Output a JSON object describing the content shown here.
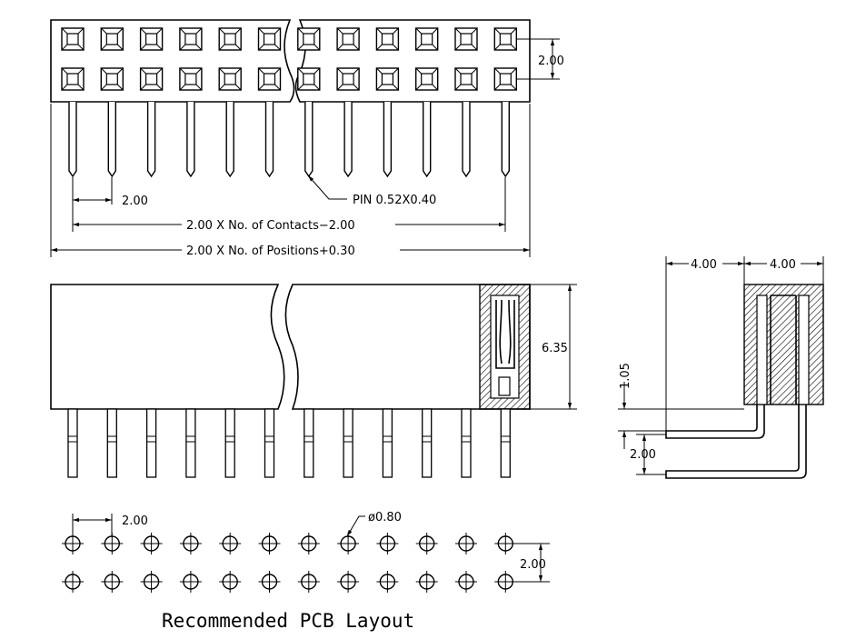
{
  "title": "Recommended PCB Layout",
  "dimensions": {
    "row_pitch_top": "2.00",
    "col_pitch_top": "2.00",
    "pin_size": "PIN 0.52X0.40",
    "contacts_span": "2.00 X No. of Contacts−2.00",
    "positions_span": "2.00 X No. of Positions+0.30",
    "height": "6.35",
    "side_w1": "4.00",
    "side_w2": "4.00",
    "lead_offset": "1.05",
    "lead_pitch": "2.00",
    "pcb_col_pitch": "2.00",
    "hole_dia": "ø0.80",
    "pcb_row_pitch": "2.00"
  }
}
